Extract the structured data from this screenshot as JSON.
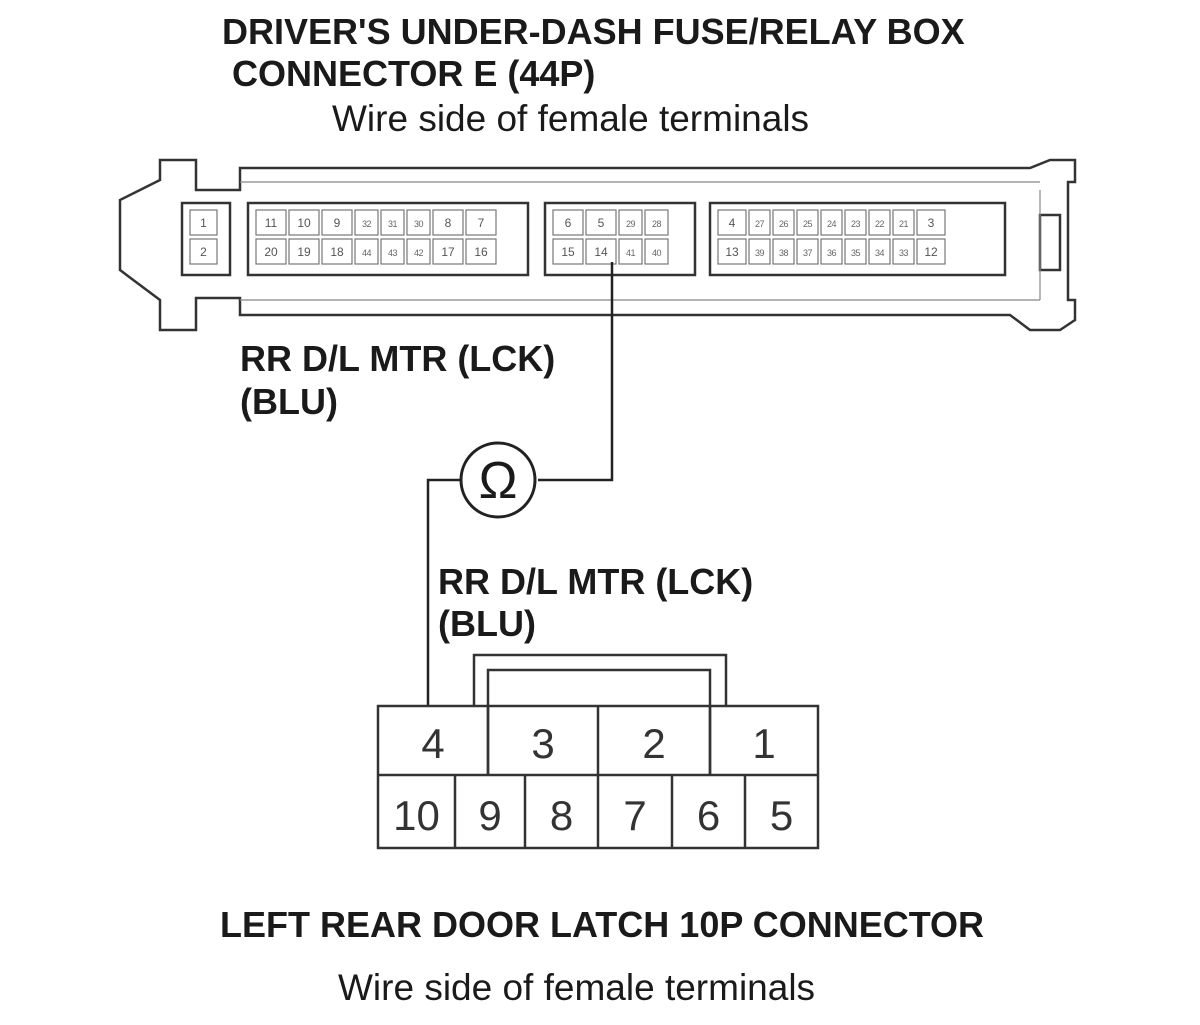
{
  "top_connector": {
    "title_line1": "DRIVER'S UNDER-DASH FUSE/RELAY BOX",
    "title_line2": "CONNECTOR E (44P)",
    "subtitle": "Wire side of female terminals",
    "pins": {
      "g1_top": [
        "1"
      ],
      "g1_bot": [
        "2"
      ],
      "g2_top": [
        "11",
        "10",
        "9",
        "32",
        "31",
        "30",
        "8",
        "7"
      ],
      "g2_bot": [
        "20",
        "19",
        "18",
        "44",
        "43",
        "42",
        "17",
        "16"
      ],
      "g3_top": [
        "6",
        "5",
        "29",
        "28"
      ],
      "g3_bot": [
        "15",
        "14",
        "41",
        "40"
      ],
      "g4_top": [
        "4",
        "27",
        "26",
        "25",
        "24",
        "23",
        "22",
        "21",
        "3"
      ],
      "g4_bot": [
        "13",
        "39",
        "38",
        "37",
        "36",
        "35",
        "34",
        "33",
        "12"
      ]
    }
  },
  "wire_label_top": {
    "line1": "RR D/L MTR (LCK)",
    "line2": "(BLU)"
  },
  "ohmmeter": {
    "symbol": "Ω"
  },
  "wire_label_bottom": {
    "line1": "RR D/L MTR (LCK)",
    "line2": "(BLU)"
  },
  "bottom_connector": {
    "title": "LEFT REAR DOOR LATCH 10P CONNECTOR",
    "subtitle": "Wire side of female terminals",
    "top_row": [
      "4",
      "3",
      "2",
      "1"
    ],
    "bottom_row": [
      "10",
      "9",
      "8",
      "7",
      "6",
      "5"
    ]
  },
  "colors": {
    "ink": "#1a1a1a",
    "outline": "#333333",
    "body_fill": "#f2f2f2"
  }
}
